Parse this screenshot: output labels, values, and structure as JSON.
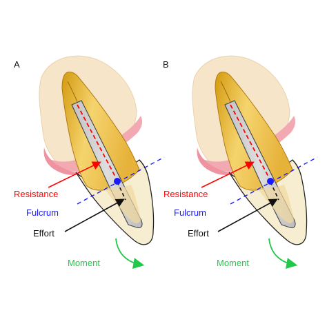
{
  "panels": [
    {
      "letter": "A",
      "labels": {
        "resistance": "Resistance",
        "fulcrum": "Fulcrum",
        "effort": "Effort",
        "moment": "Moment"
      }
    },
    {
      "letter": "B",
      "labels": {
        "resistance": "Resistance",
        "fulcrum": "Fulcrum",
        "effort": "Effort",
        "moment": "Moment"
      }
    }
  ],
  "colors": {
    "resistance": "#ff0000",
    "fulcrum": "#1a1aff",
    "effort": "#111111",
    "moment": "#22c84a",
    "bone": "#f6e5c8",
    "gingiva": "#f2a9b2",
    "enamel": "#f4e6b8",
    "dentin_dark": "#d8a220",
    "dentin_light": "#f7d878",
    "post": "#cfcfcf"
  }
}
